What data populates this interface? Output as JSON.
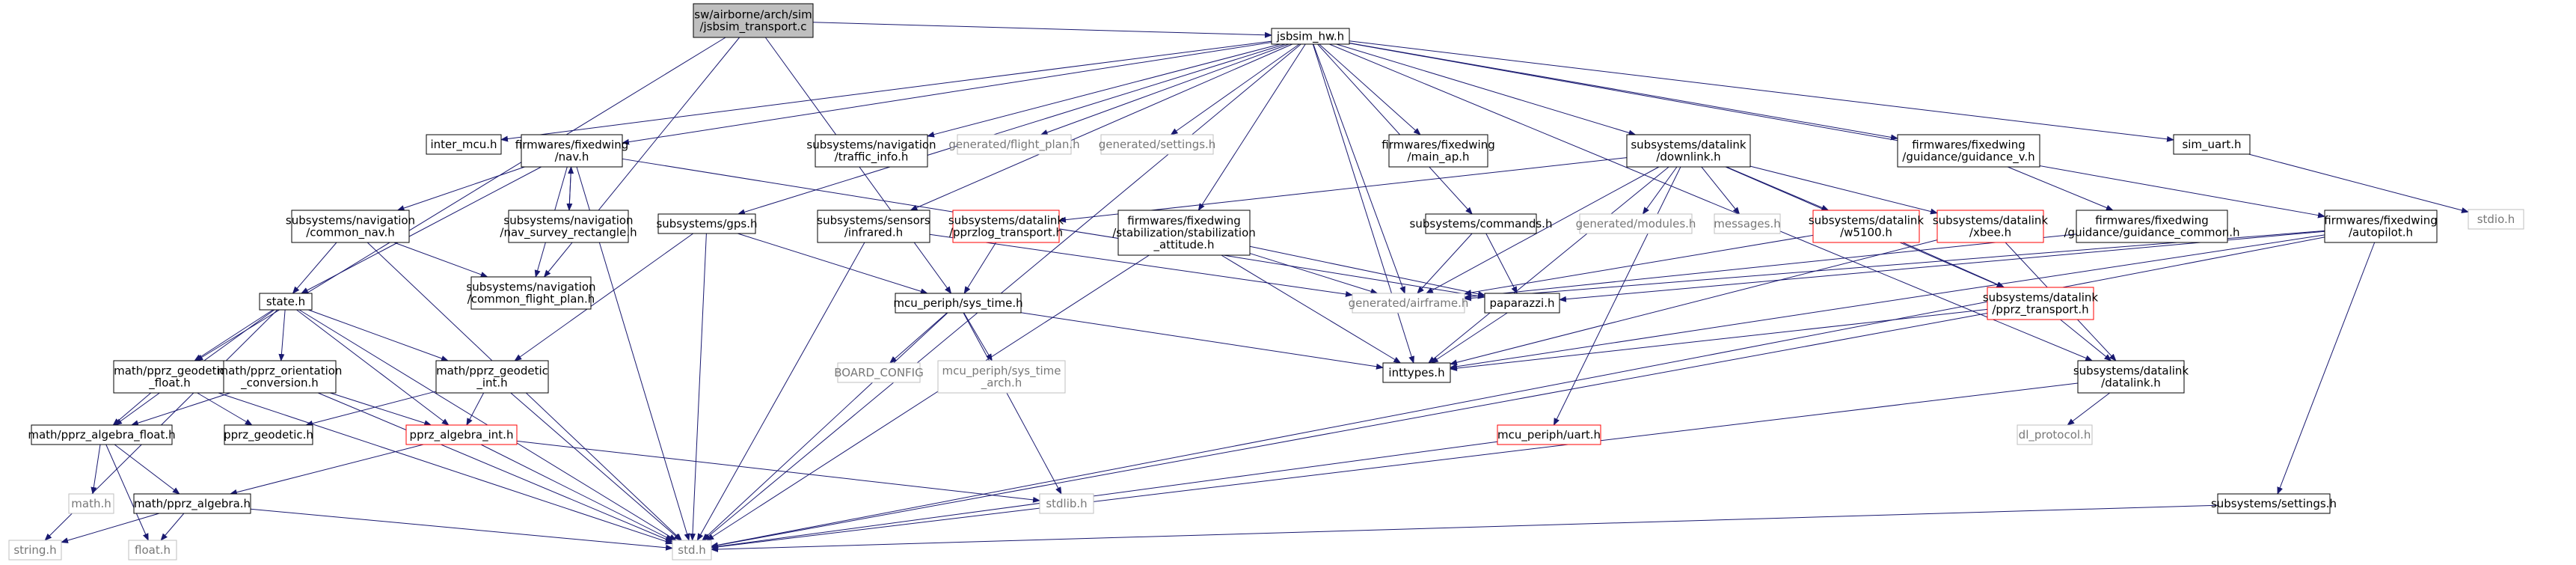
{
  "colors": {
    "node_border": "#000000",
    "edge": "#191970",
    "missing_border": "#bfbfbf",
    "missing_text": "#777777",
    "truncated_border": "#ff0000",
    "root_fill": "#bfbfbf"
  },
  "nodes": [
    {
      "id": "root",
      "lines": [
        "sw/airborne/arch/sim",
        "/jsbsim_transport.c"
      ],
      "style": "root"
    },
    {
      "id": "jsbsim_hw",
      "lines": [
        "jsbsim_hw.h"
      ],
      "style": "normal"
    },
    {
      "id": "inter_mcu",
      "lines": [
        "inter_mcu.h"
      ],
      "style": "normal"
    },
    {
      "id": "fw_nav",
      "lines": [
        "firmwares/fixedwing",
        "/nav.h"
      ],
      "style": "normal"
    },
    {
      "id": "traffic_info",
      "lines": [
        "subsystems/navigation",
        "/traffic_info.h"
      ],
      "style": "normal"
    },
    {
      "id": "flight_plan",
      "lines": [
        "generated/flight_plan.h"
      ],
      "style": "missing"
    },
    {
      "id": "settings_gen",
      "lines": [
        "generated/settings.h"
      ],
      "style": "missing"
    },
    {
      "id": "main_ap",
      "lines": [
        "firmwares/fixedwing",
        "/main_ap.h"
      ],
      "style": "normal"
    },
    {
      "id": "downlink",
      "lines": [
        "subsystems/datalink",
        "/downlink.h"
      ],
      "style": "normal"
    },
    {
      "id": "guidance_v",
      "lines": [
        "firmwares/fixedwing",
        "/guidance/guidance_v.h"
      ],
      "style": "normal"
    },
    {
      "id": "sim_uart",
      "lines": [
        "sim_uart.h"
      ],
      "style": "normal"
    },
    {
      "id": "stdio",
      "lines": [
        "stdio.h"
      ],
      "style": "missing"
    },
    {
      "id": "common_nav",
      "lines": [
        "subsystems/navigation",
        "/common_nav.h"
      ],
      "style": "normal"
    },
    {
      "id": "nav_survey_rect",
      "lines": [
        "subsystems/navigation",
        "/nav_survey_rectangle.h"
      ],
      "style": "normal"
    },
    {
      "id": "gps",
      "lines": [
        "subsystems/gps.h"
      ],
      "style": "normal"
    },
    {
      "id": "infrared",
      "lines": [
        "subsystems/sensors",
        "/infrared.h"
      ],
      "style": "normal"
    },
    {
      "id": "pprzlog_transport",
      "lines": [
        "subsystems/datalink",
        "/pprzlog_transport.h"
      ],
      "style": "truncated"
    },
    {
      "id": "stab_attitude",
      "lines": [
        "firmwares/fixedwing",
        "/stabilization/stabilization",
        "_attitude.h"
      ],
      "style": "normal"
    },
    {
      "id": "commands",
      "lines": [
        "subsystems/commands.h"
      ],
      "style": "normal"
    },
    {
      "id": "gen_modules",
      "lines": [
        "generated/modules.h"
      ],
      "style": "missing"
    },
    {
      "id": "messages",
      "lines": [
        "messages.h"
      ],
      "style": "missing"
    },
    {
      "id": "w5100",
      "lines": [
        "subsystems/datalink",
        "/w5100.h"
      ],
      "style": "truncated"
    },
    {
      "id": "xbee",
      "lines": [
        "subsystems/datalink",
        "/xbee.h"
      ],
      "style": "truncated"
    },
    {
      "id": "guidance_common",
      "lines": [
        "firmwares/fixedwing",
        "/guidance/guidance_common.h"
      ],
      "style": "normal"
    },
    {
      "id": "autopilot",
      "lines": [
        "firmwares/fixedwing",
        "/autopilot.h"
      ],
      "style": "normal"
    },
    {
      "id": "state",
      "lines": [
        "state.h"
      ],
      "style": "normal"
    },
    {
      "id": "common_flight_plan",
      "lines": [
        "subsystems/navigation",
        "/common_flight_plan.h"
      ],
      "style": "normal"
    },
    {
      "id": "sys_time",
      "lines": [
        "mcu_periph/sys_time.h"
      ],
      "style": "normal"
    },
    {
      "id": "gen_airframe",
      "lines": [
        "generated/airframe.h"
      ],
      "style": "missing"
    },
    {
      "id": "paparazzi",
      "lines": [
        "paparazzi.h"
      ],
      "style": "normal"
    },
    {
      "id": "pprz_transport",
      "lines": [
        "subsystems/datalink",
        "/pprz_transport.h"
      ],
      "style": "truncated"
    },
    {
      "id": "geodetic_float",
      "lines": [
        "math/pprz_geodetic",
        "_float.h"
      ],
      "style": "normal"
    },
    {
      "id": "orientation_conv",
      "lines": [
        "math/pprz_orientation",
        "_conversion.h"
      ],
      "style": "normal"
    },
    {
      "id": "geodetic_int",
      "lines": [
        "math/pprz_geodetic",
        "_int.h"
      ],
      "style": "normal"
    },
    {
      "id": "board_config",
      "lines": [
        "BOARD_CONFIG"
      ],
      "style": "missing"
    },
    {
      "id": "sys_time_arch",
      "lines": [
        "mcu_periph/sys_time",
        "_arch.h"
      ],
      "style": "missing"
    },
    {
      "id": "inttypes",
      "lines": [
        "inttypes.h"
      ],
      "style": "normal"
    },
    {
      "id": "datalink",
      "lines": [
        "subsystems/datalink",
        "/datalink.h"
      ],
      "style": "normal"
    },
    {
      "id": "algebra_float",
      "lines": [
        "math/pprz_algebra_float.h"
      ],
      "style": "normal"
    },
    {
      "id": "pprz_geodetic",
      "lines": [
        "pprz_geodetic.h"
      ],
      "style": "normal"
    },
    {
      "id": "algebra_int",
      "lines": [
        "pprz_algebra_int.h"
      ],
      "style": "truncated"
    },
    {
      "id": "mcu_uart",
      "lines": [
        "mcu_periph/uart.h"
      ],
      "style": "truncated"
    },
    {
      "id": "dl_protocol",
      "lines": [
        "dl_protocol.h"
      ],
      "style": "missing"
    },
    {
      "id": "math_h",
      "lines": [
        "math.h"
      ],
      "style": "missing"
    },
    {
      "id": "pprz_algebra",
      "lines": [
        "math/pprz_algebra.h"
      ],
      "style": "normal"
    },
    {
      "id": "stdlib",
      "lines": [
        "stdlib.h"
      ],
      "style": "missing"
    },
    {
      "id": "sub_settings",
      "lines": [
        "subsystems/settings.h"
      ],
      "style": "normal"
    },
    {
      "id": "string_h",
      "lines": [
        "string.h"
      ],
      "style": "missing"
    },
    {
      "id": "float_h",
      "lines": [
        "float.h"
      ],
      "style": "missing"
    },
    {
      "id": "std_h",
      "lines": [
        "std.h"
      ],
      "style": "missing"
    }
  ]
}
